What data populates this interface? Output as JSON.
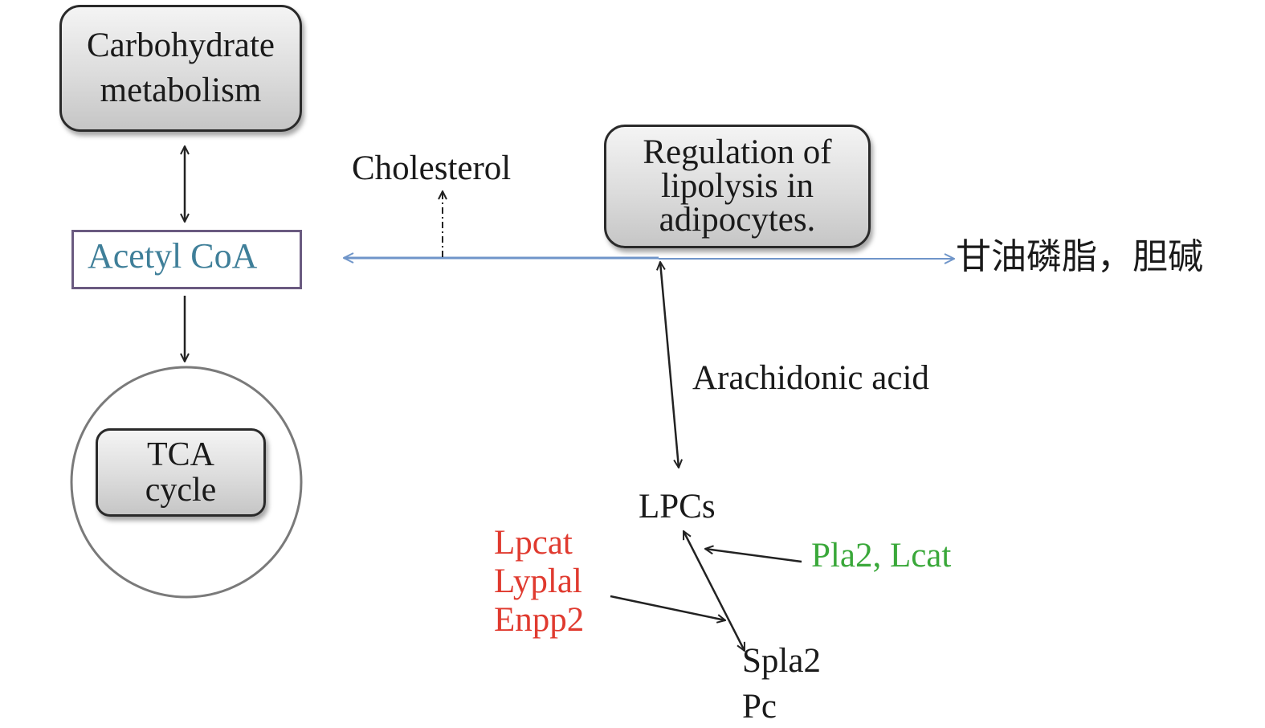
{
  "diagram": {
    "nodes": {
      "carbohydrate": {
        "lines": [
          "Carbohydrate",
          "metabolism"
        ]
      },
      "acetyl_coa": {
        "label": "Acetyl CoA"
      },
      "tca": {
        "lines": [
          "TCA",
          "cycle"
        ]
      },
      "cholesterol": {
        "label": "Cholesterol"
      },
      "lipolysis": {
        "lines": [
          "Regulation of",
          "lipolysis in",
          "adipocytes."
        ]
      },
      "glycerophospholipid": {
        "label": "甘油磷脂，胆碱"
      },
      "arachidonic": {
        "label": "Arachidonic acid"
      },
      "lpcs": {
        "label": "LPCs"
      },
      "red_genes": {
        "lines": [
          "Lpcat",
          "Lyplal",
          "Enpp2"
        ]
      },
      "green_genes": {
        "label": "Pla2, Lcat"
      },
      "spla2": {
        "label": "Spla2"
      },
      "pc": {
        "label": "Pc"
      }
    },
    "colors": {
      "acetyl_text": "#3f7f99",
      "acetyl_border": "#6a5a80",
      "axis_line": "#6f95c9",
      "red_genes": "#e03a2f",
      "green_genes": "#3aa83a",
      "arrow": "#222222",
      "circle": "#7a7a7a"
    }
  }
}
